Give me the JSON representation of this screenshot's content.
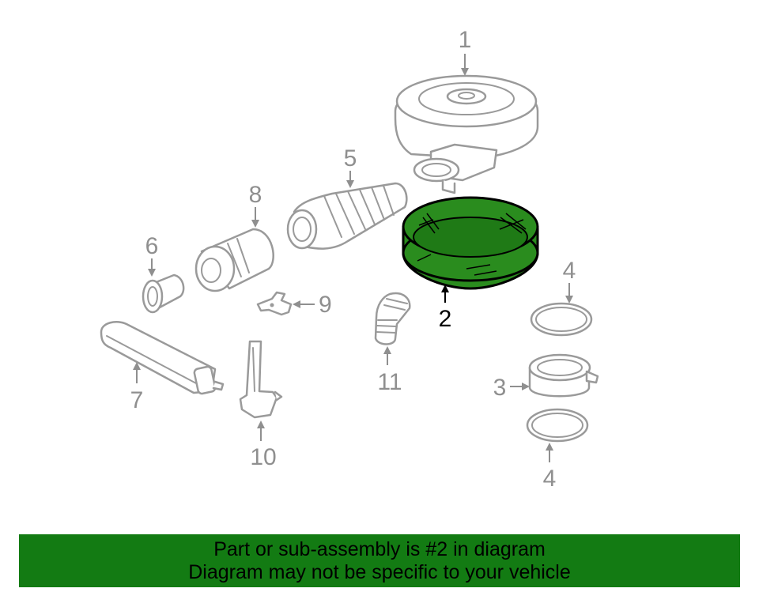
{
  "labels": {
    "p1": "1",
    "p2": "2",
    "p3": "3",
    "p4a": "4",
    "p4b": "4",
    "p5": "5",
    "p6": "6",
    "p7": "7",
    "p8": "8",
    "p9": "9",
    "p10": "10",
    "p11": "11"
  },
  "banner": {
    "line1": "Part or sub-assembly is #2 in diagram",
    "line2": "Diagram may not be specific to your vehicle"
  },
  "colors": {
    "highlight_part": "#2a8c1e",
    "banner_bg": "#137b13",
    "line_gray": "#9a9a9a"
  }
}
